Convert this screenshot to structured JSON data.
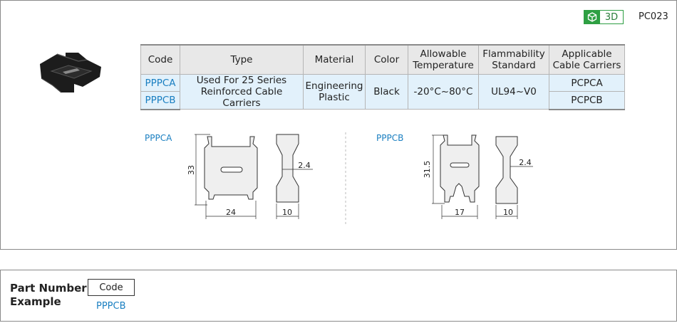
{
  "header": {
    "badge_label": "3D",
    "badge_icon": "cube-icon",
    "page_code": "PC023"
  },
  "table": {
    "headers": [
      "Code",
      "Type",
      "Material",
      "Color",
      "Allowable\nTemperature",
      "Flammability\nStandard",
      "Applicable\nCable Carriers"
    ],
    "codes": [
      "PPPCA",
      "PPPCB"
    ],
    "type": "Used For 25 Series\nReinforced Cable Carriers",
    "material": "Engineering\nPlastic",
    "color": "Black",
    "temperature": "-20°C~80°C",
    "flammability": "UL94~V0",
    "carriers": [
      "PCPCA",
      "PCPCB"
    ]
  },
  "drawings": {
    "a": {
      "label": "PPPCA",
      "height": "33",
      "width": "24",
      "thickness": "10",
      "neck": "2.4"
    },
    "b": {
      "label": "PPPCB",
      "height": "31.5",
      "width": "17",
      "thickness": "10",
      "neck": "2.4"
    }
  },
  "part_number": {
    "title": "Part Number\nExample",
    "box_label": "Code",
    "example": "PPPCB"
  },
  "colors": {
    "accent_blue": "#1a7fc1",
    "badge_green": "#2ea043",
    "table_body": "#e2f1fb",
    "table_header": "#e8e8e8"
  }
}
